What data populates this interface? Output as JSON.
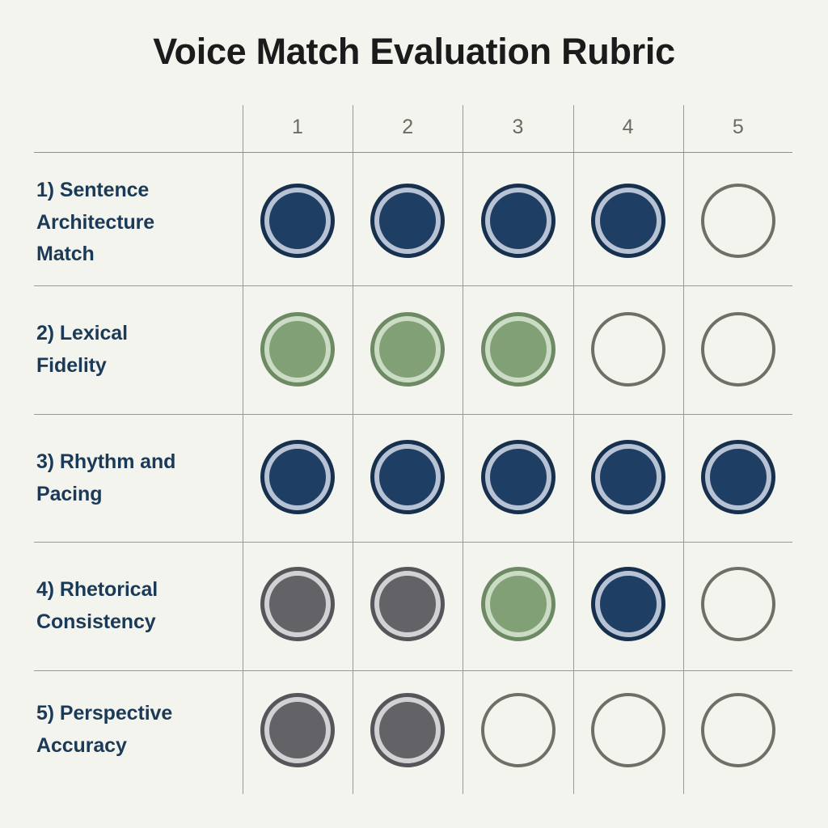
{
  "header": {
    "title": "Voice Match Evaluation Rubric"
  },
  "chart_data": {
    "type": "heatmap",
    "title": "Voice Match Evaluation Rubric",
    "xlabel": "",
    "ylabel": "",
    "legend_position": "none",
    "grid": true,
    "columns": [
      "1",
      "2",
      "3",
      "4",
      "5"
    ],
    "categories": [
      "1) Sentence Architecture Match",
      "2) Lexical Fidelity",
      "3) Rhythm and Pacing",
      "4) Rhetorical Consistency",
      "5) Perspective Accuracy"
    ],
    "states": [
      "navy",
      "green",
      "gray",
      "empty"
    ],
    "colors": {
      "navy": "#1e3e63",
      "green": "#82a076",
      "gray": "#636367",
      "empty": "#6f6f68",
      "background": "#f4f4ef",
      "grid_line": "#9a9a94",
      "row_label_text": "#1b3a57",
      "column_header_text": "#6b6b64",
      "title_text": "#1b1b1b"
    },
    "rows": [
      {
        "label": "1) Sentence Architecture Match",
        "label_lines": [
          "1) Sentence",
          "Architecture",
          "Match"
        ],
        "cells": [
          "navy",
          "navy",
          "navy",
          "navy",
          "empty"
        ],
        "filled_count": 4
      },
      {
        "label": "2) Lexical Fidelity",
        "label_lines": [
          "2) Lexical",
          "Fidelity"
        ],
        "cells": [
          "green",
          "green",
          "green",
          "empty",
          "empty"
        ],
        "filled_count": 3
      },
      {
        "label": "3) Rhythm and Pacing",
        "label_lines": [
          "3) Rhythm and",
          "Pacing"
        ],
        "cells": [
          "navy",
          "navy",
          "navy",
          "navy",
          "navy"
        ],
        "filled_count": 5
      },
      {
        "label": "4) Rhetorical Consistency",
        "label_lines": [
          "4) Rhetorical",
          "Consistency"
        ],
        "cells": [
          "gray",
          "gray",
          "green",
          "navy",
          "empty"
        ],
        "filled_count": 4
      },
      {
        "label": "5) Perspective Accuracy",
        "label_lines": [
          "5) Perspective",
          "Accuracy"
        ],
        "cells": [
          "gray",
          "gray",
          "empty",
          "empty",
          "empty"
        ],
        "filled_count": 2
      }
    ]
  }
}
